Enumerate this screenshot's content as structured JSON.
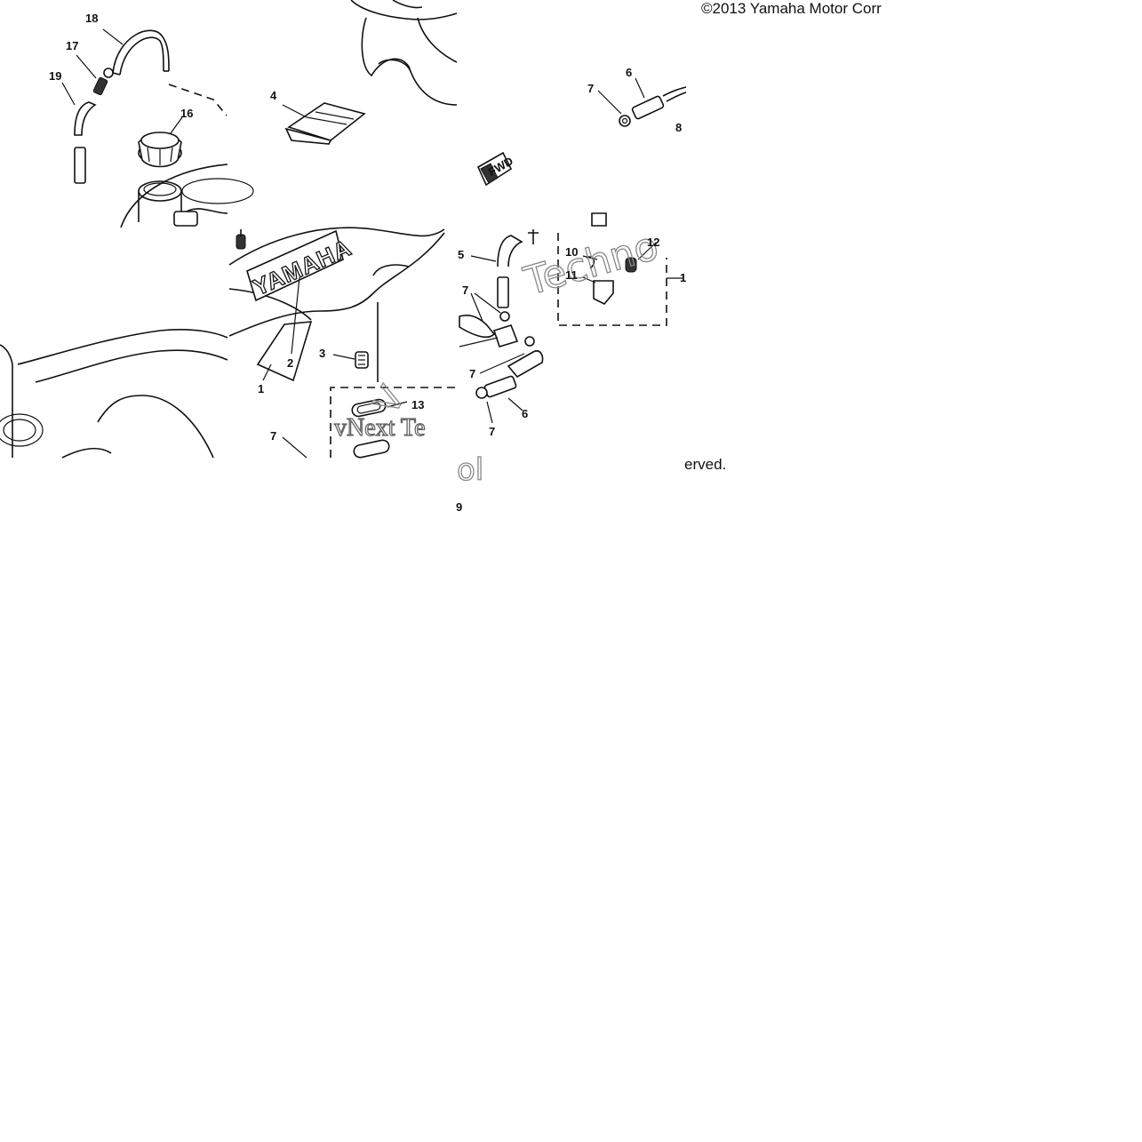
{
  "header": {
    "copyright": "©2013 Yamaha Motor Corr"
  },
  "footer": {
    "reserved_fragment": "erved."
  },
  "diagram": {
    "tank_logo": "YAMAHA",
    "fwd_tag": "FWD",
    "watermark": {
      "line1": "vNext Te",
      "line2": "Techno"
    },
    "callouts": {
      "c1": "1",
      "c2": "2",
      "c3": "3",
      "c4": "4",
      "c5": "5",
      "c6a": "6",
      "c6b": "6",
      "c7a": "7",
      "c7b": "7",
      "c7c": "7",
      "c7d": "7",
      "c7e": "7",
      "c8": "8",
      "c9": "9",
      "c10": "10",
      "c11": "11",
      "c12": "12",
      "c13": "13",
      "c16": "16",
      "c17": "17",
      "c18": "18",
      "c19": "19"
    }
  }
}
